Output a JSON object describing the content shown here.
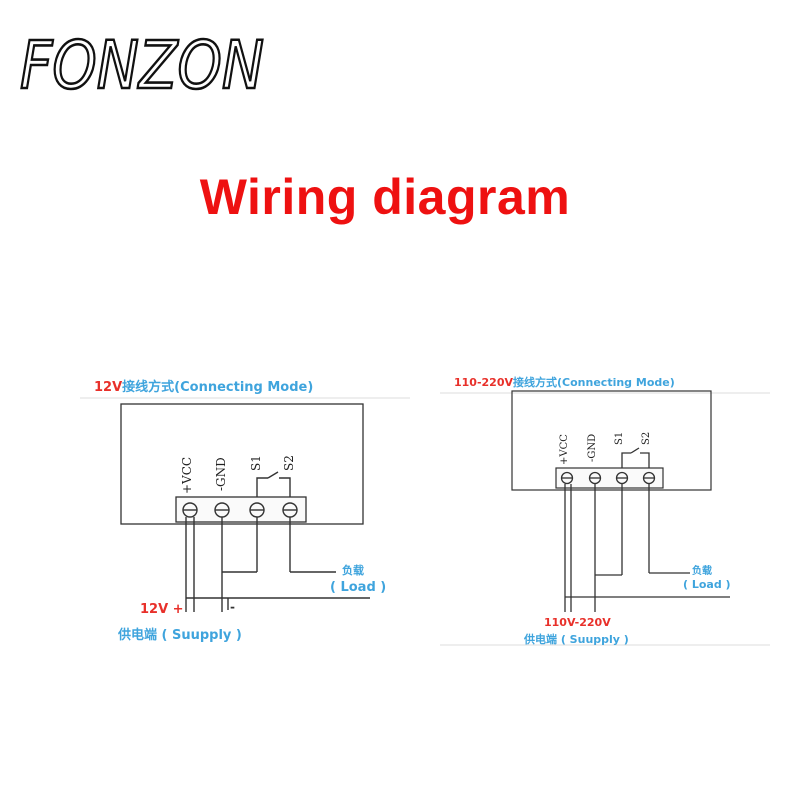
{
  "brand": {
    "logo_text": "FONZON"
  },
  "title": "Wiring diagram",
  "diagrams": [
    {
      "name": "12V",
      "header_voltage": "12V",
      "header_text": "接线方式(Connecting  Mode)",
      "terminals": [
        "+VCC",
        "-GND",
        "S1",
        "S2"
      ],
      "load_cn": "负载",
      "load_en": "( Load )",
      "supply_voltage": "12V  +",
      "supply_minus": "-",
      "supply_label": "供电端 ( Suupply )"
    },
    {
      "name": "110-220V",
      "header_voltage": "110-220V",
      "header_text": "接线方式(Connecting  Mode)",
      "terminals": [
        "+VCC",
        "-GND",
        "S1",
        "S2"
      ],
      "load_cn": "负载",
      "load_en": "( Load )",
      "supply_voltage": "110V-220V",
      "supply_label": "供电端 ( Suupply )"
    }
  ],
  "colors": {
    "title_red": "#ee1111",
    "label_cyan": "#3fa4dd",
    "label_red": "#e8302a",
    "line": "#333333"
  }
}
